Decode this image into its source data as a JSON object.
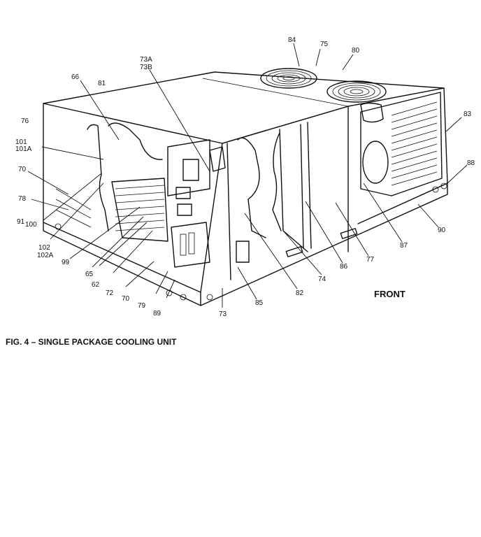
{
  "caption": "FIG. 4 – SINGLE PACKAGE COOLING UNIT",
  "front_label": "FRONT",
  "callouts": [
    {
      "id": "84",
      "text": "84"
    },
    {
      "id": "75",
      "text": "75"
    },
    {
      "id": "80",
      "text": "80"
    },
    {
      "id": "73A",
      "text": "73A"
    },
    {
      "id": "73B",
      "text": "73B"
    },
    {
      "id": "66",
      "text": "66"
    },
    {
      "id": "81",
      "text": "81"
    },
    {
      "id": "76",
      "text": "76"
    },
    {
      "id": "101",
      "text": "101"
    },
    {
      "id": "101A",
      "text": "101A"
    },
    {
      "id": "70a",
      "text": "70"
    },
    {
      "id": "78",
      "text": "78"
    },
    {
      "id": "91",
      "text": "91"
    },
    {
      "id": "100",
      "text": "100"
    },
    {
      "id": "102",
      "text": "102"
    },
    {
      "id": "102A",
      "text": "102A"
    },
    {
      "id": "99",
      "text": "99"
    },
    {
      "id": "65",
      "text": "65"
    },
    {
      "id": "62",
      "text": "62"
    },
    {
      "id": "72",
      "text": "72"
    },
    {
      "id": "70b",
      "text": "70"
    },
    {
      "id": "79",
      "text": "79"
    },
    {
      "id": "89",
      "text": "89"
    },
    {
      "id": "73",
      "text": "73"
    },
    {
      "id": "85",
      "text": "85"
    },
    {
      "id": "82",
      "text": "82"
    },
    {
      "id": "74",
      "text": "74"
    },
    {
      "id": "86",
      "text": "86"
    },
    {
      "id": "77",
      "text": "77"
    },
    {
      "id": "87",
      "text": "87"
    },
    {
      "id": "90",
      "text": "90"
    },
    {
      "id": "88",
      "text": "88"
    },
    {
      "id": "83",
      "text": "83"
    }
  ]
}
